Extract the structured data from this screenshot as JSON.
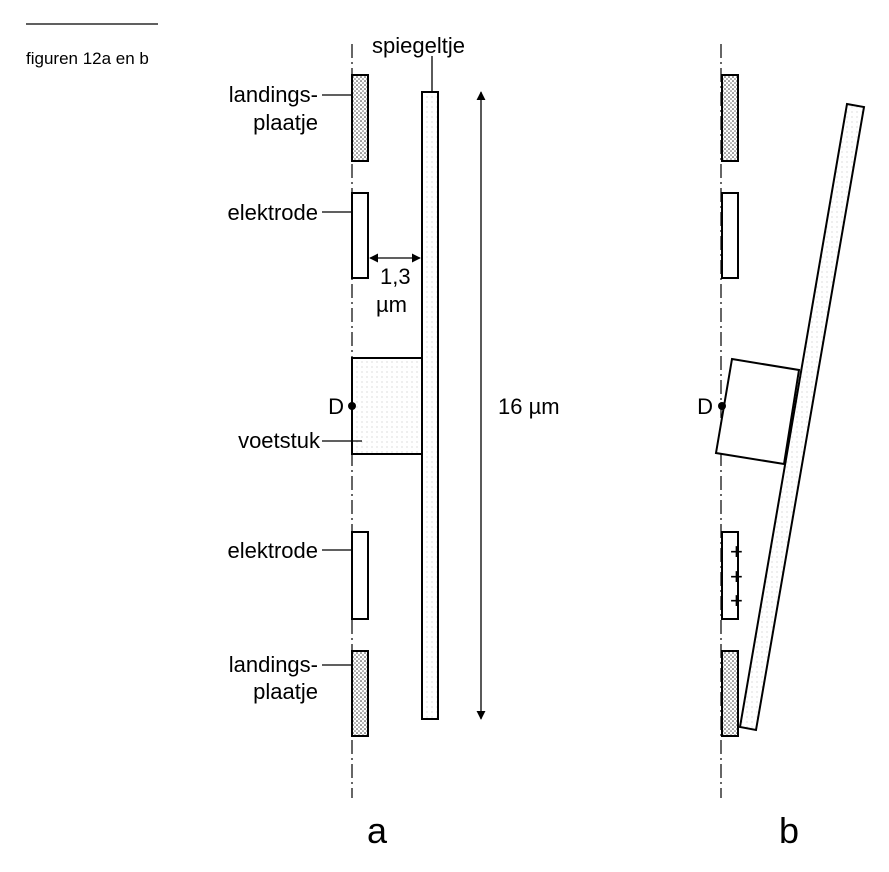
{
  "caption": "figuren 12a en b",
  "labels": {
    "mirror": "spiegeltje",
    "landing_top_1": "landings-",
    "landing_top_2": "plaatje",
    "electrode_top": "elektrode",
    "gap_value": "1,3",
    "gap_unit": "µm",
    "pivot": "D",
    "pedestal": "voetstuk",
    "length": "16 µm",
    "electrode_bottom": "elektrode",
    "landing_bottom_1": "landings-",
    "landing_bottom_2": "plaatje",
    "pivot_b": "D",
    "plus_1": "+",
    "plus_2": "+",
    "plus_3": "+"
  },
  "subfigures": {
    "a": "a",
    "b": "b"
  }
}
